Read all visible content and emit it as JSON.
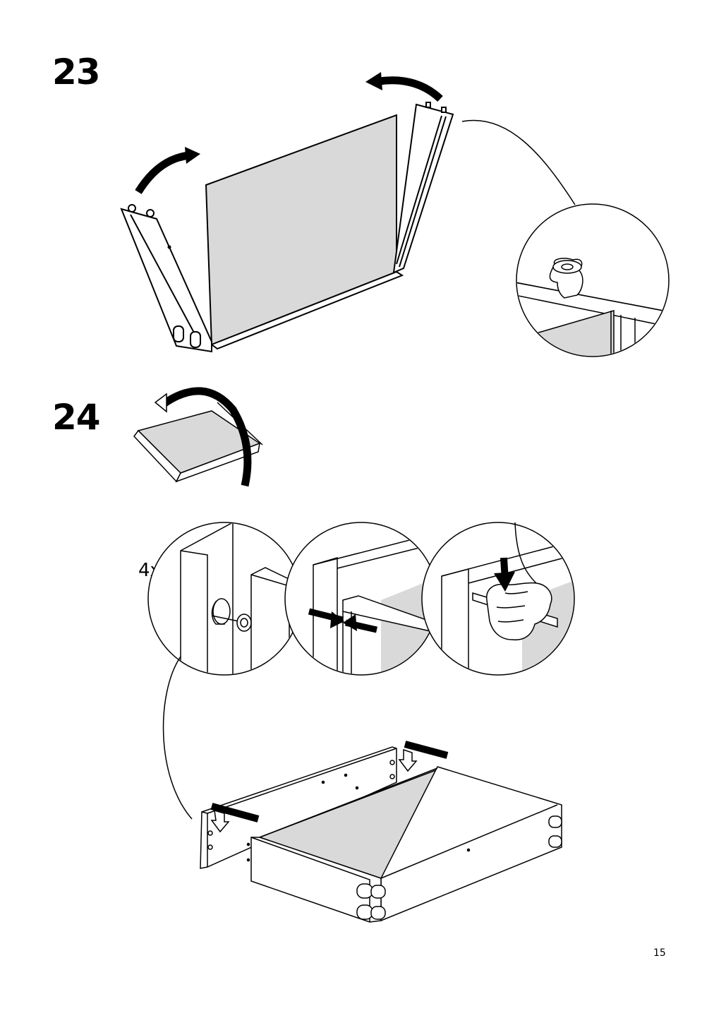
{
  "steps": [
    {
      "number": "23"
    },
    {
      "number": "24",
      "quantity_label": "4x"
    }
  ],
  "page": {
    "number": "15"
  },
  "colors": {
    "panel_fill": "#d9d9d9",
    "line": "#000000",
    "background": "#ffffff"
  },
  "icons": [
    "rotate-arrow-icon",
    "flip-arrow-icon",
    "push-arrow-icon",
    "press-arrow-icon",
    "hand-icon"
  ]
}
